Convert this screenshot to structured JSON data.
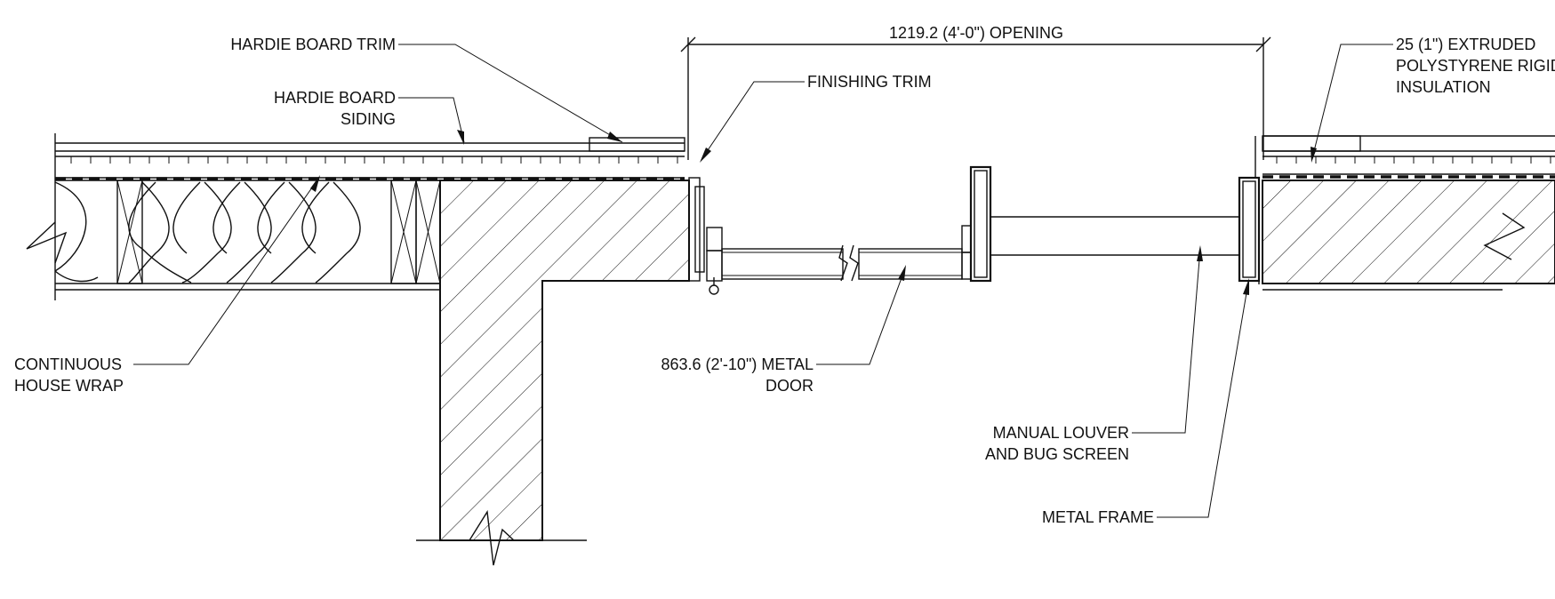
{
  "labels": {
    "hardie_trim": "HARDIE BOARD TRIM",
    "hardie_siding_1": "HARDIE BOARD",
    "hardie_siding_2": "SIDING",
    "opening_dim": "1219.2 (4'-0\") OPENING",
    "finishing_trim": "FINISHING TRIM",
    "insulation_1": "25 (1\") EXTRUDED",
    "insulation_2": "POLYSTYRENE RIGID",
    "insulation_3": "INSULATION",
    "house_wrap_1": "CONTINUOUS",
    "house_wrap_2": "HOUSE WRAP",
    "door_1": "863.6  (2'-10\") METAL",
    "door_2": "DOOR",
    "louver_1": "MANUAL LOUVER",
    "louver_2": "AND BUG SCREEN",
    "metal_frame": "METAL FRAME"
  }
}
